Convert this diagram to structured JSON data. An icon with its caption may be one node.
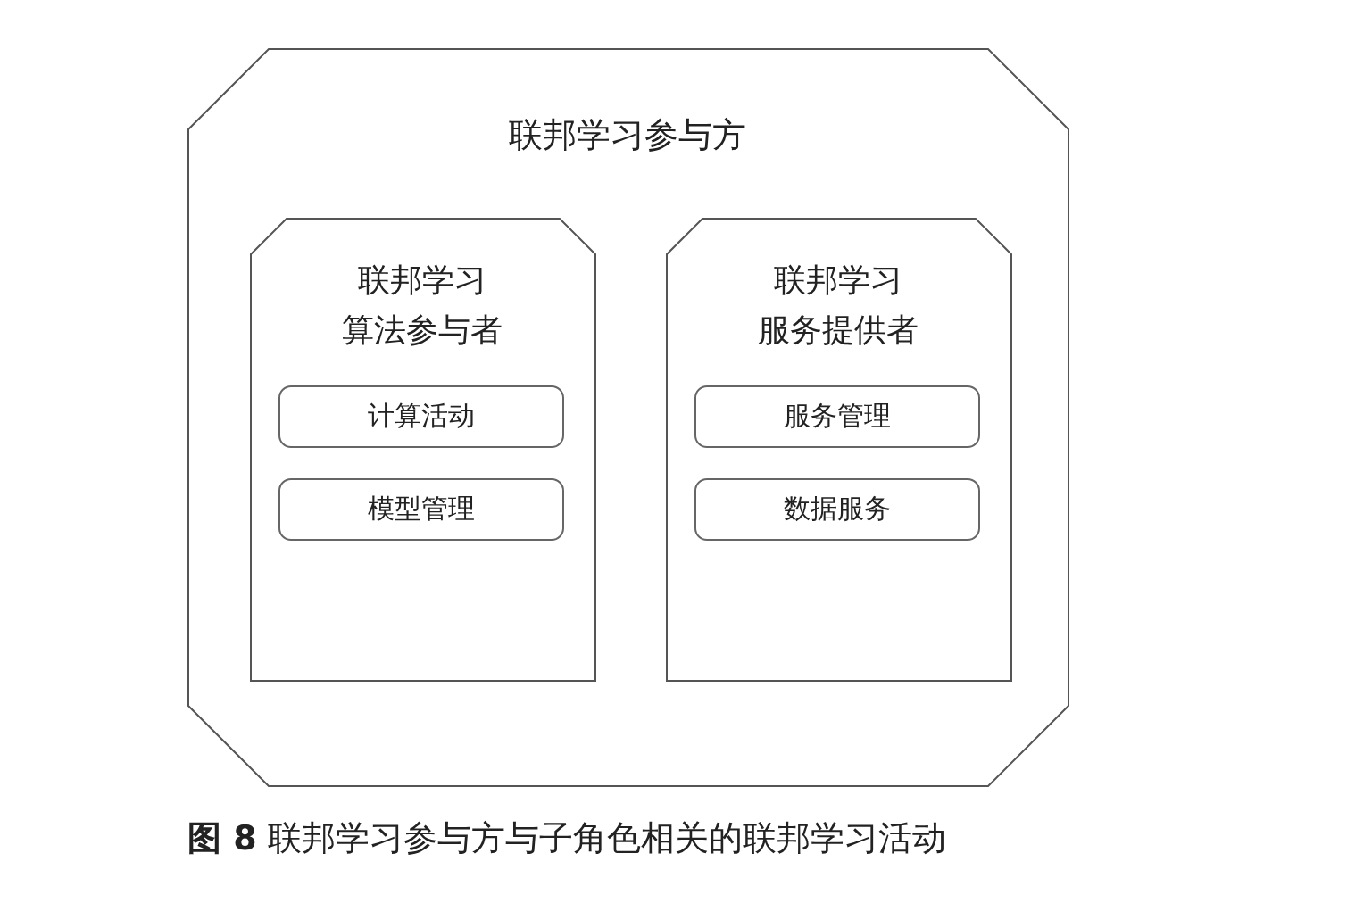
{
  "diagram": {
    "caption": "**图 8** 联邦学习参与方与子角色相关的联邦学习活动",
    "nodes": [
      {
        "text": [
          "联邦学习参与方"
        ]
      },
      {
        "text": [
          "联邦学习算法参与者"
        ],
        "in": 0
      },
      {
        "text": [
          "计算活动"
        ],
        "in": 1
      },
      {
        "text": [
          "模型管理"
        ],
        "in": 1
      },
      {
        "text": [
          "联邦学习服务提供者"
        ],
        "in": 0
      },
      {
        "text": [
          "服务管理"
        ],
        "in": 4
      },
      {
        "text": [
          "数据服务"
        ],
        "in": 4
      }
    ]
  }
}
